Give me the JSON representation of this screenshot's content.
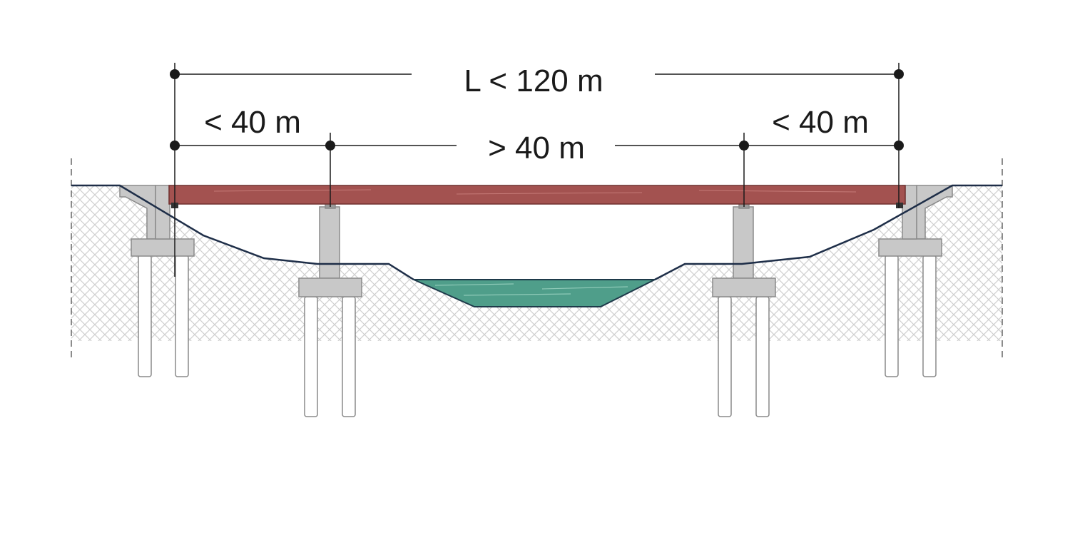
{
  "dimensions": {
    "total": "L < 120 m",
    "left_span": "< 40 m",
    "center_span": "> 40 m",
    "right_span": "< 40 m"
  },
  "colors": {
    "deck": "#a35250",
    "deck_stroke": "#6e2f2d",
    "water": "#4f9e8a",
    "water_stroke": "#1e3a4a",
    "concrete": "#c8c8c8",
    "concrete_stroke": "#8a8a8a",
    "ground_line": "#1e2e48",
    "soil_hatch": "#c9c9c9",
    "dim_line": "#1a1a1a"
  },
  "icons": {
    "dimension_endpoint": "filled-circle",
    "soil": "crosshatch-pattern"
  }
}
